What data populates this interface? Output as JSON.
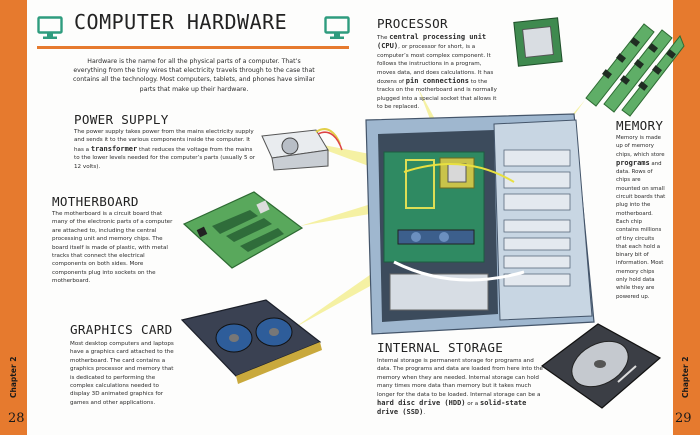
{
  "title": "Computer Hardware",
  "intro": "Hardware is the name for all the physical parts of a computer. That’s everything from the tiny wires that electricity travels through to the case that contains all the technology. Most computers, tablets, and phones have similar parts that make up their hardware.",
  "sections": {
    "processor": {
      "heading": "Processor",
      "pre": "The ",
      "kw1": "central processing unit (CPU)",
      "mid": ", or processor for short, is a computer’s most complex component. It follows the instructions in a program, moves data, and does calculations. It has dozens of ",
      "kw2": "pin connections",
      "post": " to the tracks on the motherboard and is normally plugged into a special socket that allows it to be replaced."
    },
    "power_supply": {
      "heading": "Power Supply",
      "pre": "The power supply takes power from the mains electricity supply and sends it to the various components inside the computer. It has a ",
      "kw1": "transformer",
      "post": " that reduces the voltage from the mains to the lower levels needed for the computer’s parts (usually 5 or 12 volts)."
    },
    "motherboard": {
      "heading": "Motherboard",
      "text": "The motherboard is a circuit board that many of the electronic parts of a computer are attached to, including the central processing unit and memory chips. The board itself is made of plastic, with metal tracks that connect the electrical components on both sides. More components plug into sockets on the motherboard."
    },
    "memory": {
      "heading": "Memory",
      "pre": "Memory is made up of memory chips, which store ",
      "kw1": "programs",
      "post": " and data. Rows of chips are mounted on small circuit boards that plug into the motherboard. Each chip contains millions of tiny circuits that each hold a binary bit of information. Most memory chips only hold data while they are powered up."
    },
    "graphics_card": {
      "heading": "Graphics Card",
      "text": "Most desktop computers and laptops have a graphics card attached to the motherboard. The card contains a graphics processor and memory that is dedicated to performing the complex calculations needed to display 3D animated graphics for games and other applications."
    },
    "internal_storage": {
      "heading": "Internal Storage",
      "pre": "Internal storage is permanent storage for programs and data. The programs and data are loaded from here into the memory when they are needed. Internal storage can hold many times more data than memory but it takes much longer for the data to be loaded. Internal storage can be a ",
      "kw1": "hard disc drive (HDD)",
      "mid": " or a ",
      "kw2": "solid-state drive (SSD)",
      "post": "."
    }
  },
  "left_tab": {
    "label": "Chapter 2",
    "page": "28"
  },
  "right_tab": {
    "label": "Chapter 2",
    "page": "29"
  },
  "colors": {
    "accent": "#e67a2e",
    "icon": "#2e9c7e",
    "pointer": "#f3ee8c"
  },
  "icons": [
    "monitor-icon",
    "monitor-icon"
  ]
}
